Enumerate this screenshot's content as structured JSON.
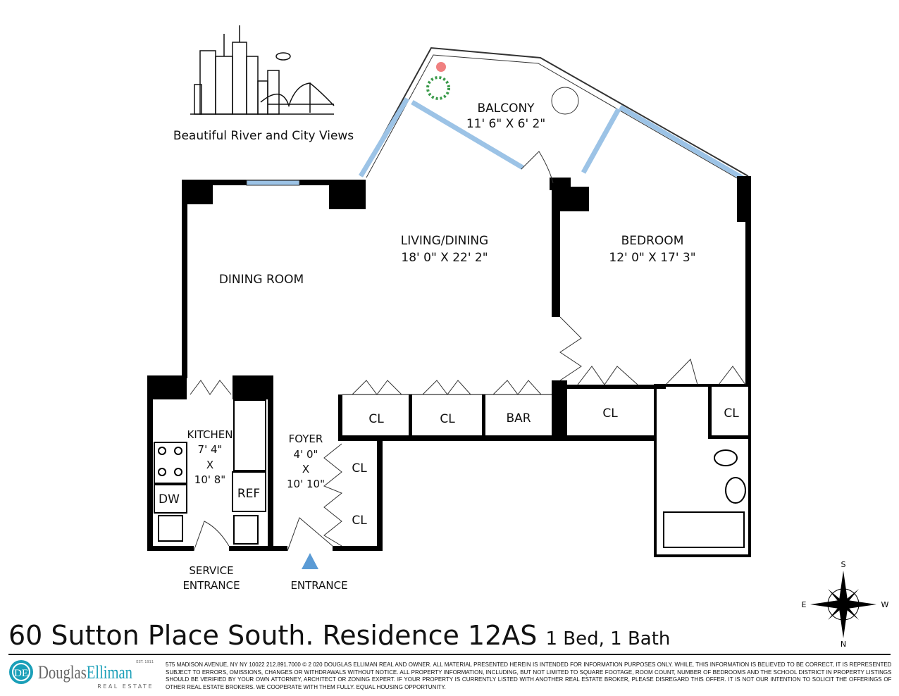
{
  "views_caption": "Beautiful River and City Views",
  "rooms": {
    "balcony": {
      "name": "BALCONY",
      "dims": "11' 6\" X 6' 2\""
    },
    "living_dining": {
      "name": "LIVING/DINING",
      "dims": "18' 0\" X 22' 2\""
    },
    "bedroom": {
      "name": "BEDROOM",
      "dims": "12' 0\" X 17' 3\""
    },
    "dining_room": {
      "name": "DINING ROOM"
    },
    "kitchen": {
      "name": "KITCHEN",
      "dim1": "7' 4\"",
      "x": "X",
      "dim2": "10' 8\""
    },
    "foyer": {
      "name": "FOYER",
      "dim1": "4' 0\"",
      "x": "X",
      "dim2": "10' 10\""
    },
    "closets": [
      "CL",
      "CL",
      "BAR",
      "CL",
      "CL",
      "CL",
      "CL"
    ],
    "ref": "REF",
    "dw": "DW"
  },
  "entrances": {
    "service": [
      "SERVICE",
      "ENTRANCE"
    ],
    "main": "ENTRANCE"
  },
  "compass": {
    "top": "S",
    "bottom": "N",
    "left": "E",
    "right": "W"
  },
  "title": {
    "main": "60 Sutton Place South. Residence 12AS",
    "sub": "1 Bed, 1 Bath"
  },
  "brand": {
    "name_a": "Douglas",
    "name_b": "Elliman",
    "tag": "REAL ESTATE",
    "est": "EST. 1911",
    "color": "#1a9fb8"
  },
  "legal": "575 MADISON AVENUE, NY NY 10022 212.891.7000 © 2 020 DOUGLAS ELLIMAN REAL AND OWNER. ALL MATERIAL PRESENTED HEREIN IS INTENDED FOR INFORMATION PURPOSES ONLY. WHILE, THIS INFORMATION IS BELIEVED TO BE CORRECT, IT IS REPRESENTED SUBJECT TO ERRORS, OMISSIONS, CHANGES OR WITHDRAWALS WITHOUT NOTICE. ALL PROPERTY INFORMATION, INCLUDING, BUT NOT LIMITED TO SQUARE FOOTAGE, ROOM COUNT, NUMBER OF BEDROOMS AND THE SCHOOL DISTRICT IN PROPERTY LISTINGS SHOULD BE VERIFIED BY YOUR OWN ATTORNEY, ARCHITECT OR ZONING EXPERT. IF YOUR PROPERTY IS CURRENTLY LISTED WITH ANOTHER REAL ESTATE BROKER, PLEASE DISREGARD THIS OFFER. IT IS NOT OUR INTENTION TO SOLICIT THE OFFERINGS OF OTHER REAL ESTATE BROKERS. WE COOPERATE WITH THEM FULLY. EQUAL HOUSING OPPORTUNITY.",
  "colors": {
    "wall": "#000000",
    "window": "#9cc3e6",
    "entrance_arrow": "#5b9bd5"
  }
}
